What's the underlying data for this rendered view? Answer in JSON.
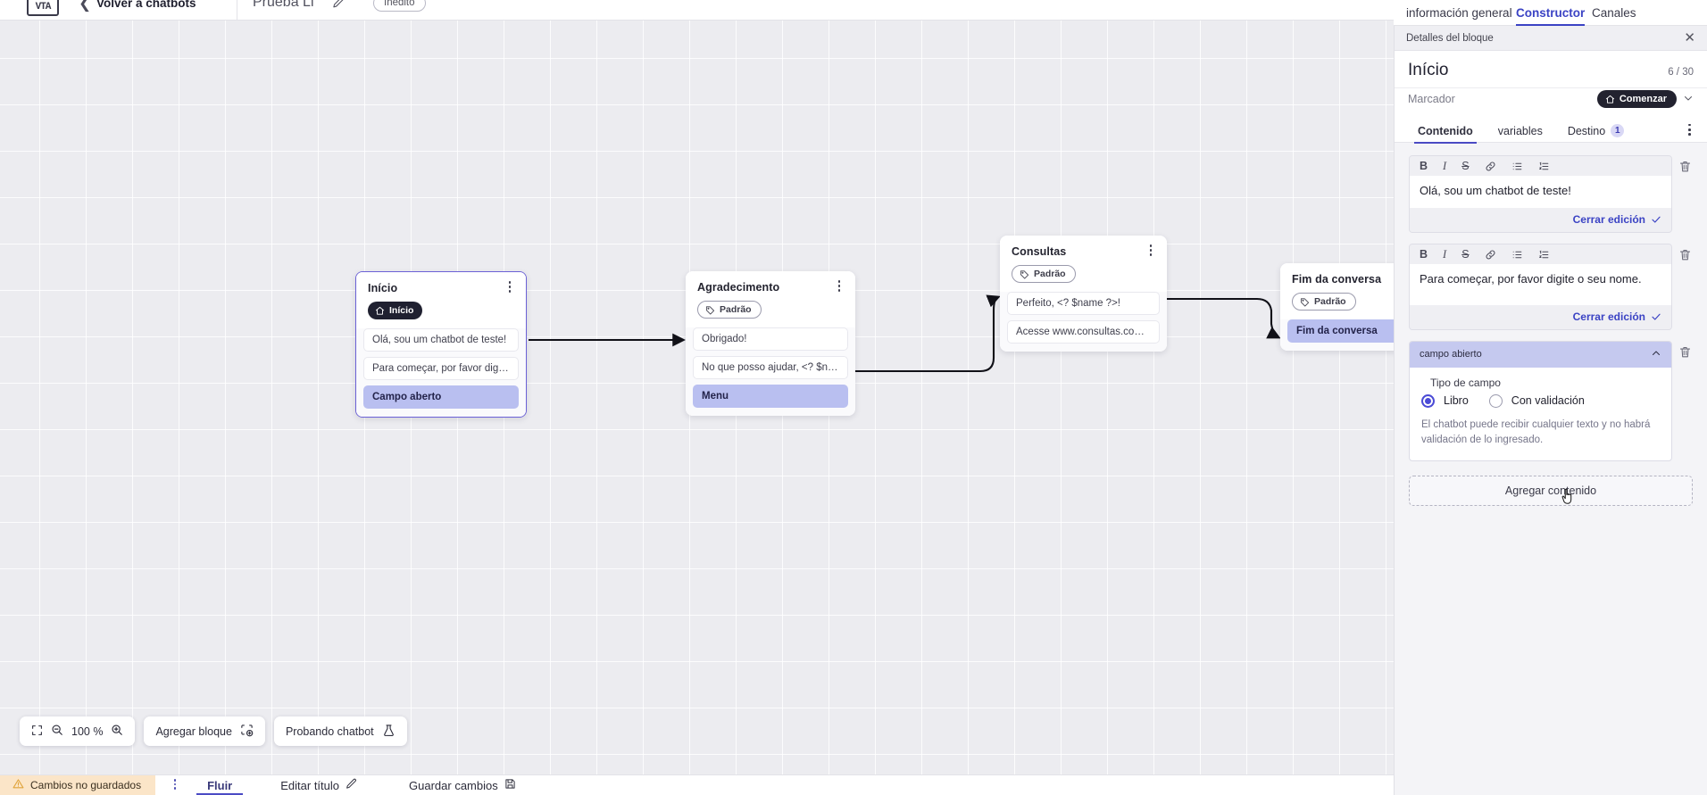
{
  "topbar": {
    "logo": "logo-mark",
    "back_label": "Volver a chatbots",
    "bot_title": "Prueba Li",
    "status_badge": "Inédito"
  },
  "right_tabs": [
    {
      "label": "información general",
      "active": false
    },
    {
      "label": "Constructor",
      "active": true
    },
    {
      "label": "Canales",
      "active": false
    }
  ],
  "canvas": {
    "nodes": [
      {
        "title": "Início",
        "chip": {
          "label": "Início",
          "type": "dark",
          "icon": "home-icon"
        },
        "rows": [
          {
            "text": "Olá, sou um chatbot de teste!",
            "highlight": false
          },
          {
            "text": "Para começar, por favor digite o ...",
            "highlight": false
          },
          {
            "text": "Campo aberto",
            "highlight": true
          }
        ]
      },
      {
        "title": "Agradecimento",
        "chip": {
          "label": "Padrão",
          "type": "outline",
          "icon": "tag-icon"
        },
        "rows": [
          {
            "text": "Obrigado!",
            "highlight": false
          },
          {
            "text": "No que posso ajudar, <? $name ...",
            "highlight": false
          },
          {
            "text": "Menu",
            "highlight": true
          }
        ]
      },
      {
        "title": "Consultas",
        "chip": {
          "label": "Padrão",
          "type": "outline",
          "icon": "tag-icon"
        },
        "rows": [
          {
            "text": "Perfeito, <? $name ?>!",
            "highlight": false
          },
          {
            "text": "Acesse www.consultas.com par...",
            "highlight": false
          }
        ]
      },
      {
        "title": "Fim da conversa",
        "chip": {
          "label": "Padrão",
          "type": "outline",
          "icon": "tag-icon"
        },
        "rows": [
          {
            "text": "Fim da conversa",
            "highlight": true
          }
        ]
      }
    ]
  },
  "toolbar": {
    "fit_icon": "fit-screen-icon",
    "zoom_out_icon": "zoom-out-icon",
    "zoom_level": "100 %",
    "zoom_in_icon": "zoom-in-icon",
    "add_block_label": "Agregar bloque",
    "add_block_icon": "add-block-icon",
    "test_bot_label": "Probando chatbot",
    "test_bot_icon": "flask-icon"
  },
  "statusbar": {
    "unsaved_label": "Cambios no guardados",
    "unsaved_icon": "warning-icon",
    "flow_label": "Fluir",
    "edit_title_label": "Editar título",
    "edit_title_icon": "pencil-icon",
    "save_label": "Guardar cambios",
    "save_icon": "save-disk-icon"
  },
  "panel": {
    "header_title": "Detalles del bloque",
    "close_icon": "close-icon",
    "block_title": "Início",
    "counter": "6 / 30",
    "marker_label": "Marcador",
    "marker_chip": "Comenzar",
    "marker_chip_icon": "home-icon",
    "marker_caret": "chevron-down-icon",
    "tabs": [
      {
        "label": "Contenido",
        "active": true,
        "badge": null
      },
      {
        "label": "variables",
        "active": false,
        "badge": null
      },
      {
        "label": "Destino",
        "active": false,
        "badge": "1"
      }
    ],
    "format_buttons": [
      "B",
      "I",
      "S",
      "link-icon",
      "bullet-list-icon",
      "numbered-list-icon"
    ],
    "editors": [
      {
        "text": "Olá, sou um chatbot de teste!",
        "close_label": "Cerrar edición"
      },
      {
        "text": "Para começar, por favor digite o seu nome.",
        "close_label": "Cerrar edición"
      }
    ],
    "field_block": {
      "header": "campo abierto",
      "type_label": "Tipo de campo",
      "options": [
        {
          "label": "Libro",
          "checked": true
        },
        {
          "label": "Con validación",
          "checked": false
        }
      ],
      "hint": "El chatbot puede recibir cualquier texto y no habrá validación de lo ingresado."
    },
    "add_content_label": "Agregar contenido"
  },
  "colors": {
    "accent": "#4b4bc4",
    "accent_tab": "#3b43c4",
    "highlight_row": "#b9bff0",
    "field_header": "#c5c9ef",
    "unsaved_bg": "#fbe5c8",
    "canvas_bg": "#ececf0"
  }
}
